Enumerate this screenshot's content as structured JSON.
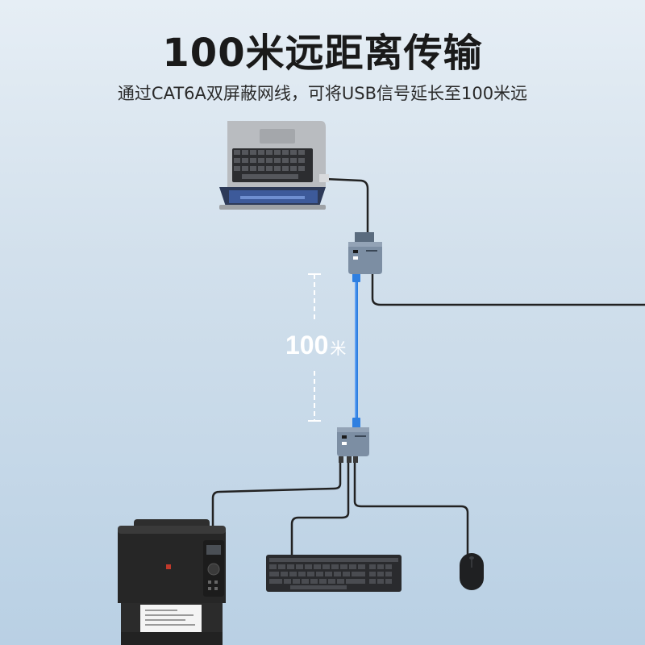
{
  "header": {
    "title": "100米远距离传输",
    "subtitle": "通过CAT6A双屏蔽网线，可将USB信号延长至100米远"
  },
  "distance": {
    "value": "100",
    "unit": "米"
  },
  "colors": {
    "background_top": "#e6eef5",
    "background_bottom": "#b9d0e4",
    "network_cable": "#2f7fe0",
    "device_body": "#7c8ea3",
    "cable": "#222222"
  },
  "icons": [
    "laptop-icon",
    "transmitter-icon",
    "receiver-icon",
    "printer-icon",
    "keyboard-icon",
    "mouse-icon"
  ]
}
